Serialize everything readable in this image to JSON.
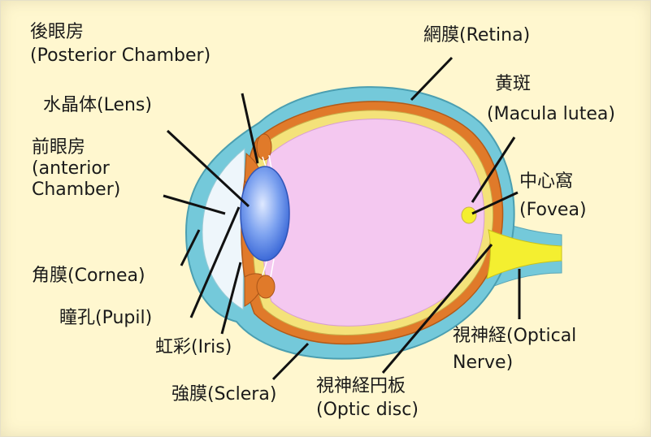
{
  "labels": {
    "posterior_chamber": {
      "jp": "後眼房",
      "en": "(Posterior Chamber)"
    },
    "lens": {
      "text": "水晶体(Lens)"
    },
    "anterior_chamber": {
      "jp": "前眼房",
      "en1": "(anterior",
      "en2": "Chamber)"
    },
    "cornea": {
      "text": "角膜(Cornea)"
    },
    "pupil": {
      "text": "瞳孔(Pupil)"
    },
    "iris": {
      "text": "虹彩(Iris)"
    },
    "sclera": {
      "text": "強膜(Sclera)"
    },
    "optic_disc": {
      "jp": "視神経円板",
      "en": "(Optic disc)"
    },
    "optic_nerve": {
      "jp": "視神経(Optical",
      "en": "Nerve)"
    },
    "fovea": {
      "jp": "中心窩",
      "en": "(Fovea)"
    },
    "macula": {
      "jp": "黄斑",
      "en": "(Macula lutea)"
    },
    "retina": {
      "text": "網膜(Retina)"
    }
  },
  "colors": {
    "background": "#fff7cf",
    "sclera": "#74c9da",
    "choroid": "#e07a2a",
    "retina_yellow": "#f4e27a",
    "vitreous": "#f4c8f0",
    "lens": "#5a88e8",
    "anterior_chamber": "#eef6fb",
    "optic_nerve": "#f4ef30",
    "leader_line": "#111111"
  }
}
